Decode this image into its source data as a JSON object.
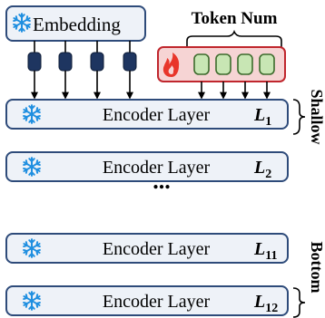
{
  "embedding": {
    "label": "Embedding",
    "icon": "snowflake-icon"
  },
  "token_group": {
    "label": "Token Num",
    "icon": "flame-icon",
    "token_count": 4
  },
  "embedding_outputs": {
    "count": 4
  },
  "encoder_layers": [
    {
      "label": "Encoder Layer",
      "subscript_var": "L",
      "subscript_num": "1",
      "icon": "snowflake-icon"
    },
    {
      "label": "Encoder Layer",
      "subscript_var": "L",
      "subscript_num": "2",
      "icon": "snowflake-icon"
    },
    {
      "label": "Encoder Layer",
      "subscript_var": "L",
      "subscript_num": "11",
      "icon": "snowflake-icon"
    },
    {
      "label": "Encoder Layer",
      "subscript_var": "L",
      "subscript_num": "12",
      "icon": "snowflake-icon"
    }
  ],
  "ellipsis": "...",
  "side_labels": {
    "shallow": "Shallow",
    "bottom": "Bottom"
  },
  "colors": {
    "frozen_blue": "#1f8fe0",
    "box_border": "#2e4b7a",
    "box_fill": "#eef2f8",
    "token_dark": "#1e3560",
    "token_green_fill": "#c8e6b4",
    "token_green_stroke": "#3c6b2c",
    "token_box_fill": "#f6d4d4",
    "token_box_stroke": "#c0262d",
    "flame": "#e8352a"
  }
}
